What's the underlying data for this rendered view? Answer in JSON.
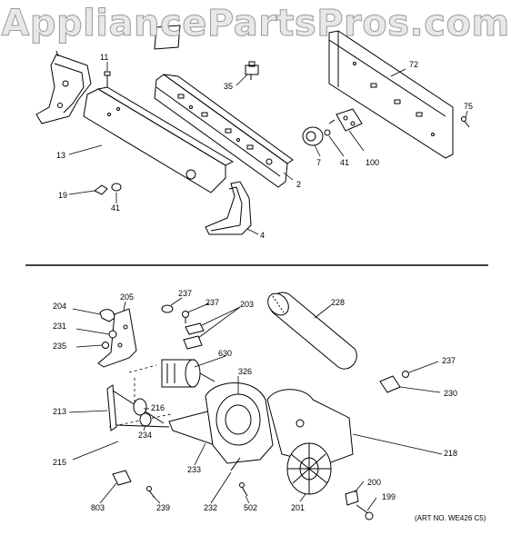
{
  "watermark": "AppliancePartsPros.com",
  "note": "(ART NO. WE426 C5)",
  "top_section": {
    "labels": [
      "11",
      "35",
      "72",
      "75",
      "13",
      "7",
      "41",
      "100",
      "2",
      "19",
      "41",
      "4"
    ]
  },
  "bottom_section": {
    "labels": [
      "204",
      "205",
      "237",
      "237",
      "203",
      "228",
      "231",
      "235",
      "630",
      "326",
      "237",
      "230",
      "213",
      "216",
      "234",
      "215",
      "218",
      "233",
      "200",
      "803",
      "239",
      "232",
      "502",
      "201",
      "199"
    ]
  }
}
